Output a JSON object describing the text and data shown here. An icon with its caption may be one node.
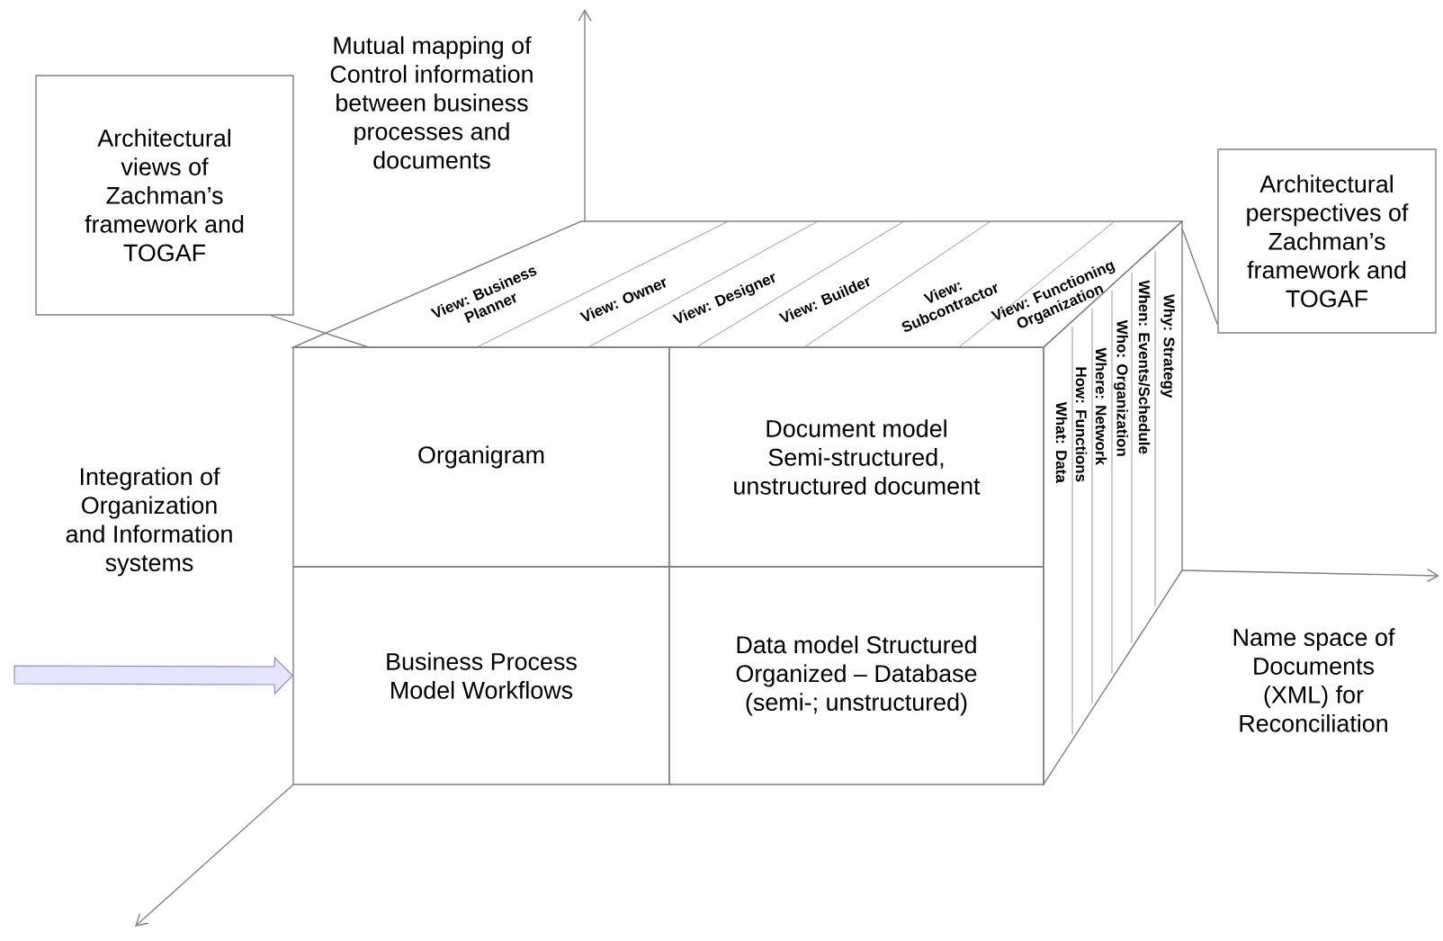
{
  "diagram": {
    "nodes": [
      {
        "text": [
          "Architectural views of Zachman’s framework and TOGAF"
        ]
      },
      {
        "text": [
          "View: Business Planner",
          "View: Owner",
          "View: Designer",
          "View: Builder",
          "View: Subcontractor",
          "View: Functioning Organization"
        ]
      },
      {
        "text": [
          "Organigram"
        ]
      },
      {
        "text": [
          "Document model Semi-structured, unstructured document"
        ]
      },
      {
        "text": [
          "Business Process Model Workflows"
        ]
      },
      {
        "text": [
          "Data model Structured Organized – Database (semi-; unstructured)"
        ]
      },
      {
        "text": [
          "What: Data",
          "How: Functions",
          "Where: Network",
          "Who: Organization",
          "When: Events/Schedule",
          "Why: Strategy"
        ]
      },
      {
        "text": [
          "Architectural perspectives of Zachman’s framework and TOGAF"
        ]
      }
    ],
    "edges": [
      {
        "from": 0,
        "to": 1,
        "arrow": "none"
      },
      {
        "from": 7,
        "to": 6,
        "arrow": "none"
      },
      {
        "from": null,
        "to": 4,
        "arrow": "to"
      }
    ],
    "labels": [
      "Mutual mapping of Control information between business processes and documents",
      "Integration of Organization and Information systems",
      "Name space of Documents (XML) for Reconciliation"
    ]
  }
}
